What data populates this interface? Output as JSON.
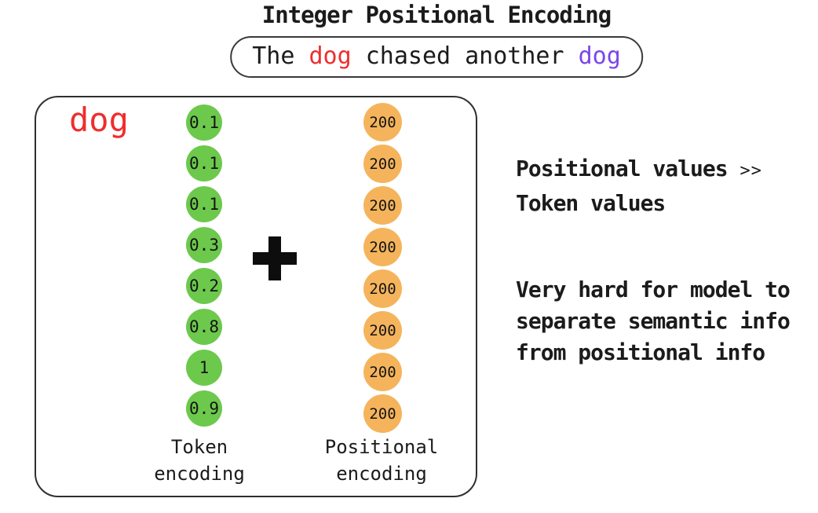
{
  "title": "Integer Positional Encoding",
  "sentence": {
    "part1": "The ",
    "dog1": "dog",
    "part2": " chased another ",
    "dog2": "dog"
  },
  "box": {
    "word_label": "dog",
    "plus_icon": "plus-icon",
    "token_column": {
      "values": [
        "0.1",
        "0.1",
        "0.1",
        "0.3",
        "0.2",
        "0.8",
        "1",
        "0.9"
      ],
      "label_line1": "Token",
      "label_line2": "encoding"
    },
    "positional_column": {
      "values": [
        "200",
        "200",
        "200",
        "200",
        "200",
        "200",
        "200",
        "200"
      ],
      "label_line1": "Positional",
      "label_line2": "encoding"
    }
  },
  "annotations": {
    "note1": {
      "bold_line1": "Positional values",
      "symbol": ">>",
      "bold_line2": "Token values"
    },
    "note2": {
      "line1": "Very hard for model to",
      "line2": "separate semantic info",
      "line3": "from positional info"
    }
  },
  "colors": {
    "token_circle": "#6cc94c",
    "positional_circle": "#f5b45c",
    "dog_first": "#ee2e2e",
    "dog_second": "#7b46e8",
    "text": "#1b1b1b"
  }
}
